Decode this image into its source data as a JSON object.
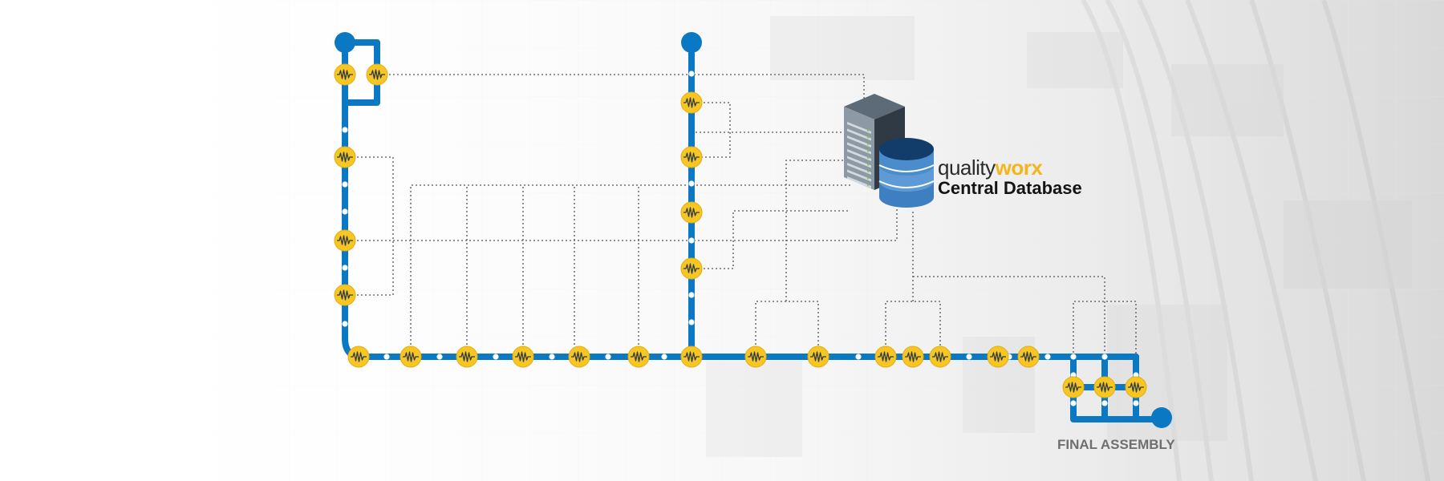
{
  "brand": {
    "name_light": "quality",
    "name_accent": "worx",
    "subtitle": "Central Database"
  },
  "labels": {
    "final_assembly": "FINAL ASSEMBLY"
  },
  "colors": {
    "line_blue": "#0a78c2",
    "sensor_yellow": "#f7c623",
    "accent_orange": "#f3b51b",
    "db_blue": "#2f6fb0",
    "server_dark": "#2f3a44"
  },
  "icons": {
    "sensor": "waveform-sensor-icon",
    "server": "server-rack-icon",
    "database": "database-icon",
    "line_end": "line-terminus-icon"
  }
}
